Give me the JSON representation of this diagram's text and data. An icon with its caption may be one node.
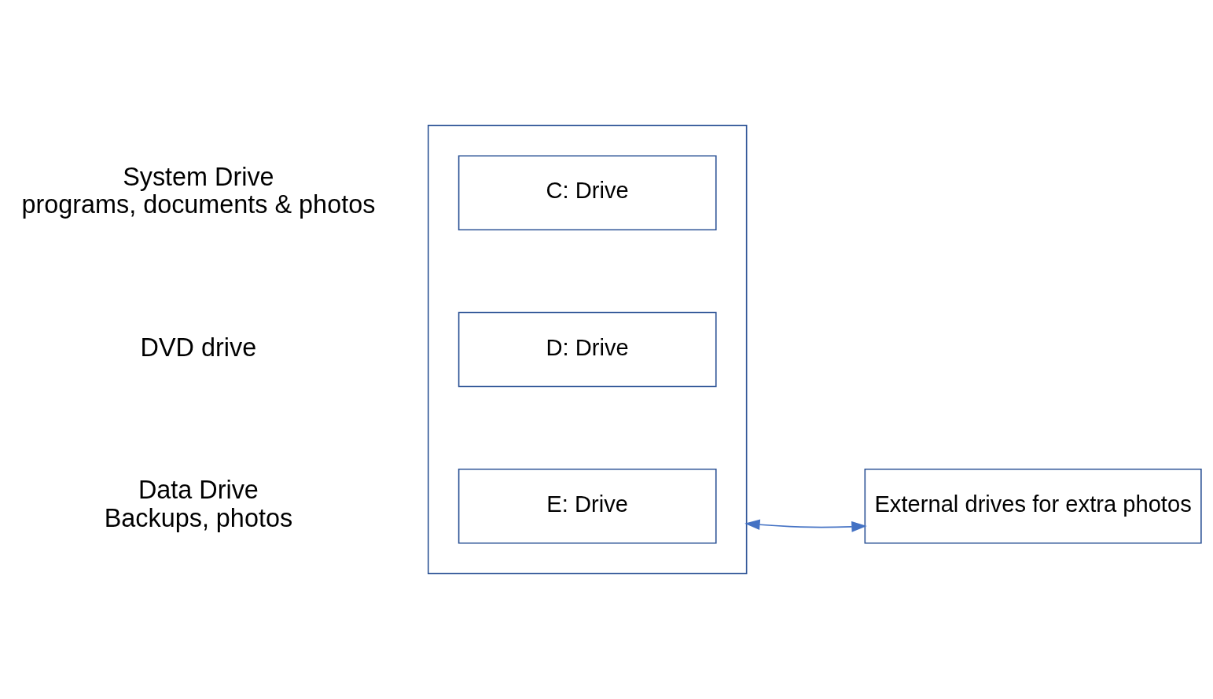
{
  "diagram": {
    "nodes": [
      {
        "text": [],
        "shape": "box"
      },
      {
        "text": [
          "C: Drive"
        ],
        "in": 0
      },
      {
        "text": [
          "D: Drive"
        ],
        "in": 0
      },
      {
        "text": [
          "E: Drive"
        ],
        "in": 0
      },
      {
        "text": [
          "External drives for extra photos"
        ]
      }
    ],
    "edges": [
      {
        "from": 4,
        "to": 0,
        "arrow": "both"
      }
    ],
    "labels": [
      "System Drive",
      "programs, documents & photos",
      "DVD drive",
      "Data Drive",
      "Backups, photos"
    ]
  }
}
